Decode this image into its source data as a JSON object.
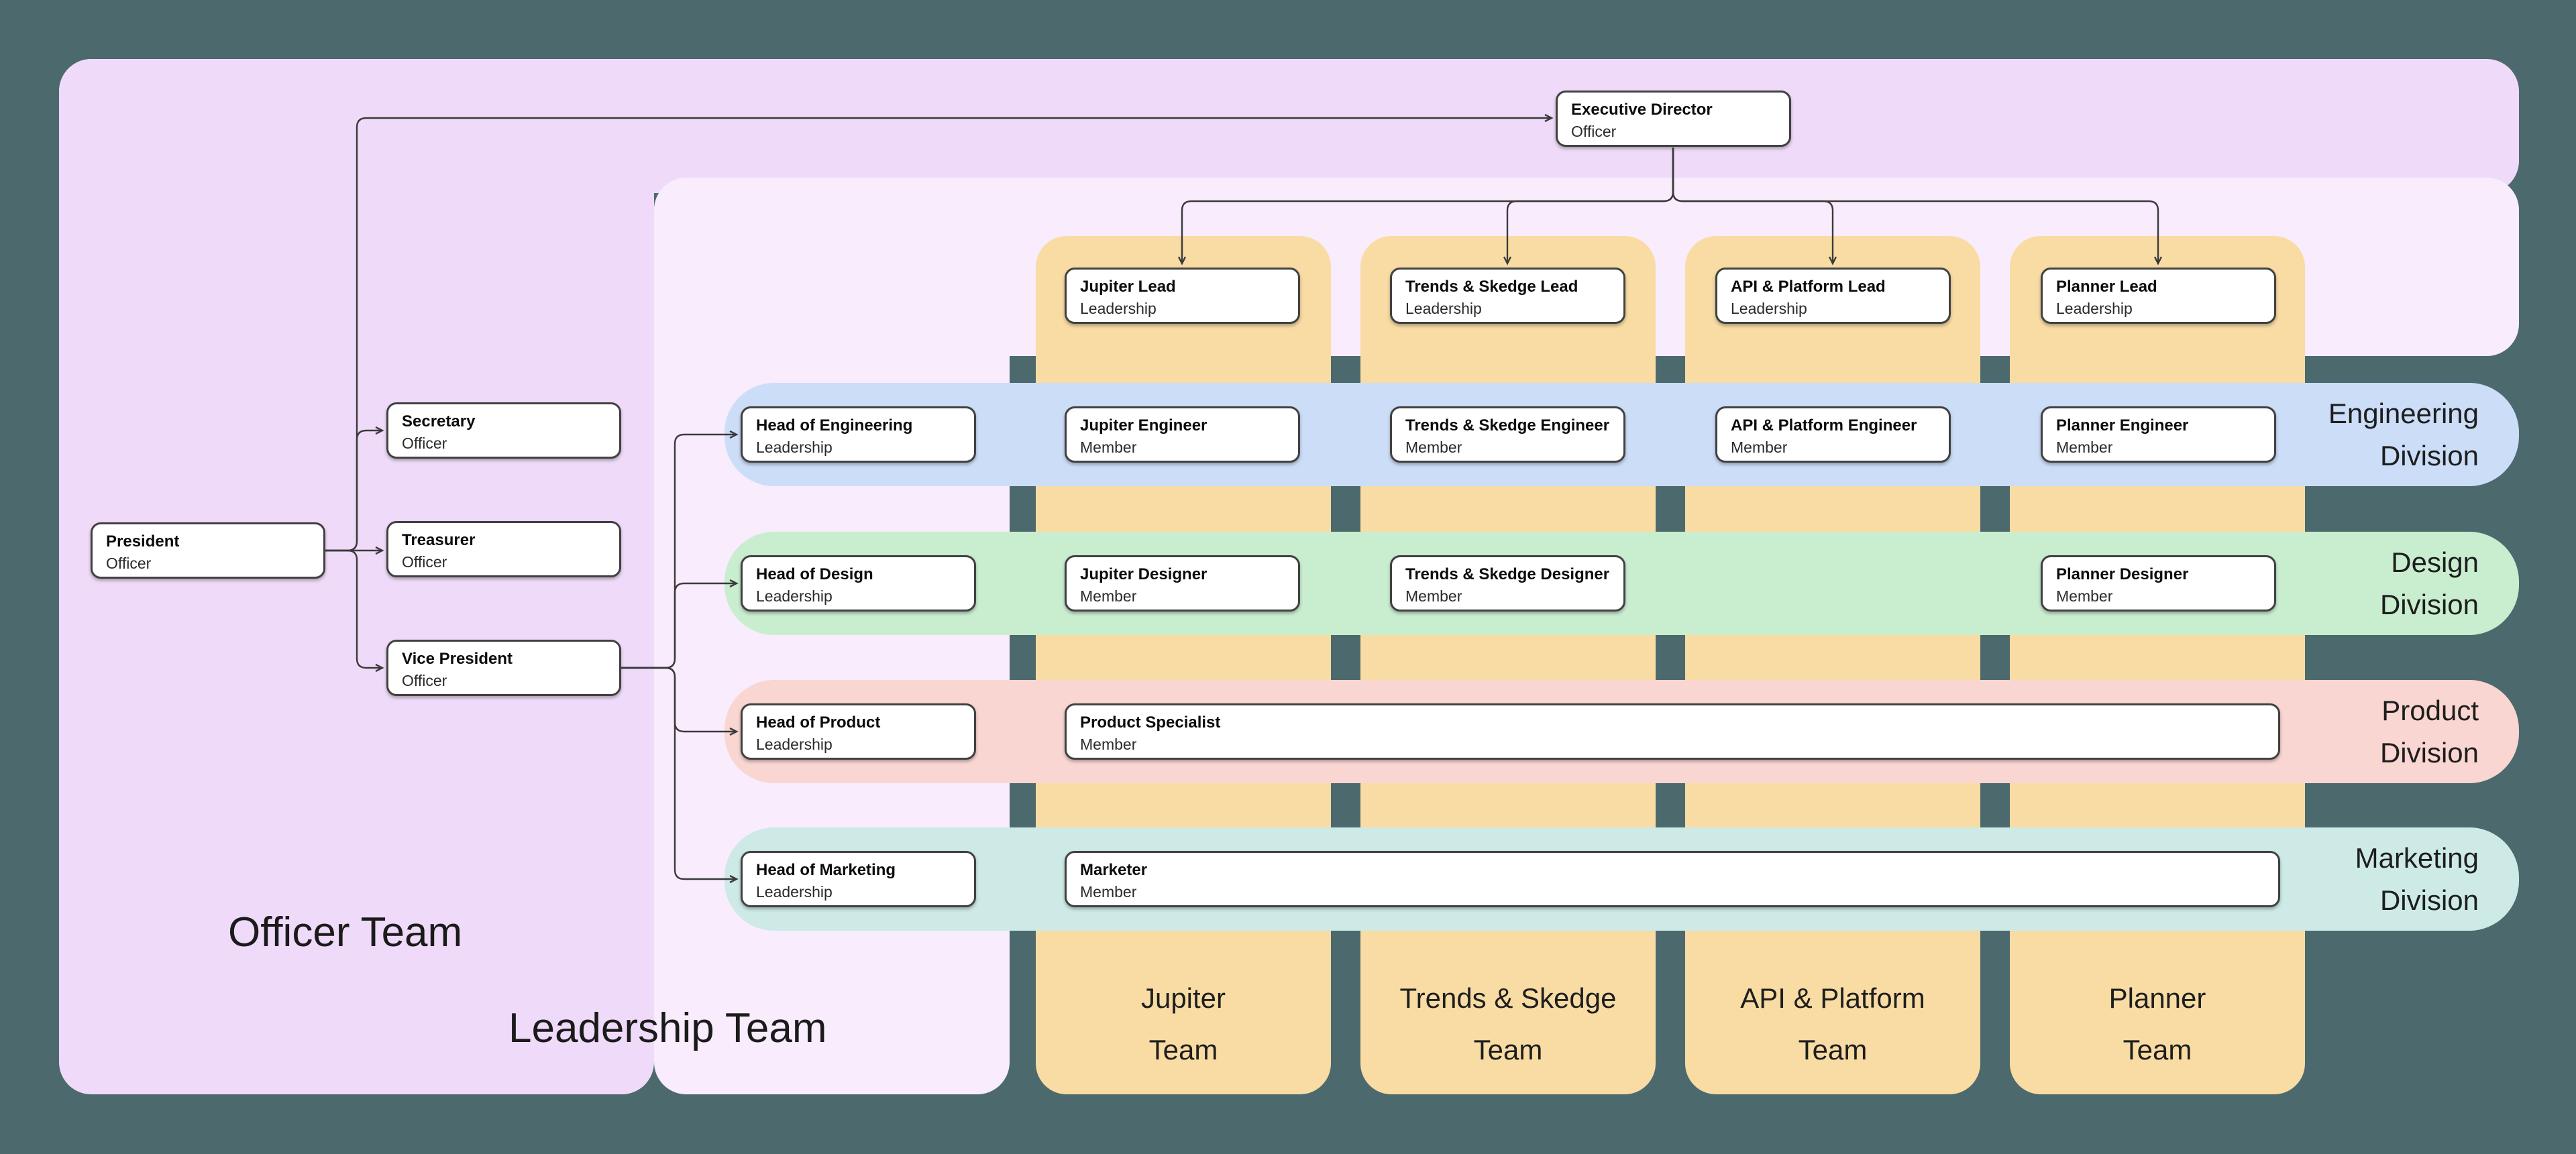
{
  "colors": {
    "page_background": "#4C696E",
    "officer_section": "#EFDBF9",
    "leadership_section": "#F8ECFD",
    "team_column": "#F8DCA3",
    "engineering_band": "#CCDDF8",
    "design_band": "#C9EECF",
    "product_band": "#F9D6D1",
    "marketing_band": "#CDEAE7",
    "node_fill": "#FFFFFF",
    "node_border": "#414141",
    "connector": "#3B3B3B"
  },
  "sections": {
    "officer": {
      "label": "Officer Team"
    },
    "leadership": {
      "label": "Leadership Team"
    }
  },
  "teams": [
    {
      "line1": "Jupiter",
      "line2": "Team"
    },
    {
      "line1": "Trends & Skedge",
      "line2": "Team"
    },
    {
      "line1": "API & Platform",
      "line2": "Team"
    },
    {
      "line1": "Planner",
      "line2": "Team"
    }
  ],
  "divisions": [
    {
      "line1": "Engineering",
      "line2": "Division"
    },
    {
      "line1": "Design",
      "line2": "Division"
    },
    {
      "line1": "Product",
      "line2": "Division"
    },
    {
      "line1": "Marketing",
      "line2": "Division"
    }
  ],
  "nodes": [
    {
      "title": "Executive Director",
      "subtitle": "Officer"
    },
    {
      "title": "President",
      "subtitle": "Officer"
    },
    {
      "title": "Secretary",
      "subtitle": "Officer"
    },
    {
      "title": "Treasurer",
      "subtitle": "Officer"
    },
    {
      "title": "Vice President",
      "subtitle": "Officer"
    },
    {
      "title": "Jupiter Lead",
      "subtitle": "Leadership"
    },
    {
      "title": "Trends & Skedge Lead",
      "subtitle": "Leadership"
    },
    {
      "title": "API & Platform Lead",
      "subtitle": "Leadership"
    },
    {
      "title": "Planner Lead",
      "subtitle": "Leadership"
    },
    {
      "title": "Head of Engineering",
      "subtitle": "Leadership"
    },
    {
      "title": "Jupiter Engineer",
      "subtitle": "Member"
    },
    {
      "title": "Trends & Skedge Engineer",
      "subtitle": "Member"
    },
    {
      "title": "API & Platform Engineer",
      "subtitle": "Member"
    },
    {
      "title": "Planner Engineer",
      "subtitle": "Member"
    },
    {
      "title": "Head of Design",
      "subtitle": "Leadership"
    },
    {
      "title": "Jupiter Designer",
      "subtitle": "Member"
    },
    {
      "title": "Trends & Skedge Designer",
      "subtitle": "Member"
    },
    {
      "title": "Planner Designer",
      "subtitle": "Member"
    },
    {
      "title": "Head of Product",
      "subtitle": "Leadership"
    },
    {
      "title": "Product Specialist",
      "subtitle": "Member"
    },
    {
      "title": "Head of Marketing",
      "subtitle": "Leadership"
    },
    {
      "title": "Marketer",
      "subtitle": "Member"
    }
  ]
}
